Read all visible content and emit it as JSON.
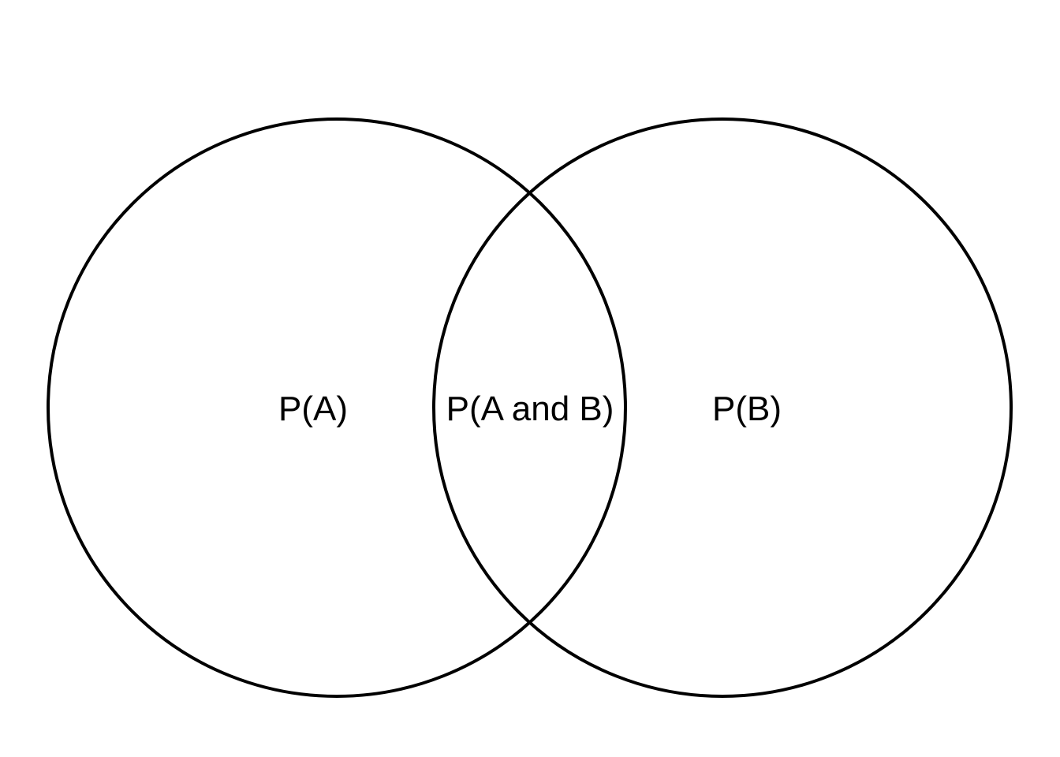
{
  "diagram": {
    "type": "venn",
    "sets": [
      {
        "name": "A",
        "label": "P(A)"
      },
      {
        "name": "B",
        "label": "P(B)"
      }
    ],
    "intersection_label": "P(A and B)",
    "stroke_color": "#000000",
    "background_color": "#ffffff"
  }
}
